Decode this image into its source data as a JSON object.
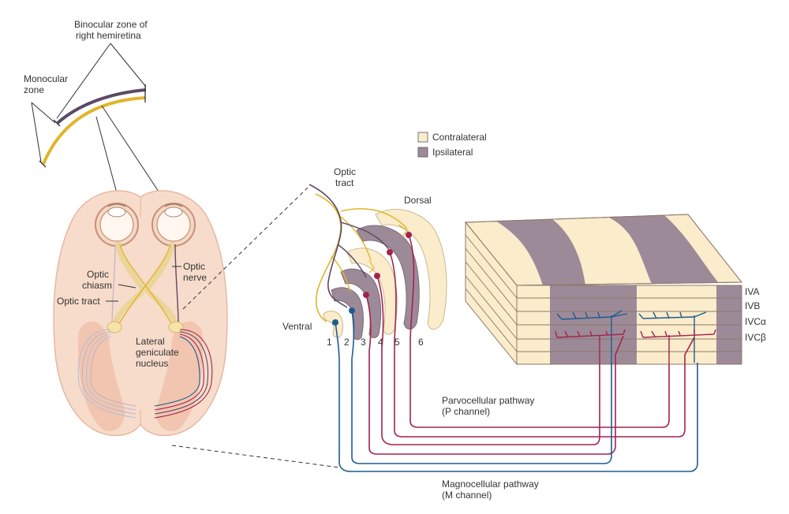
{
  "labels": {
    "binocular_line1": "Binocular zone of",
    "binocular_line2": "right hemiretina",
    "monocular_line1": "Monocular",
    "monocular_line2": "zone",
    "optic_chiasm_line1": "Optic",
    "optic_chiasm_line2": "chiasm",
    "optic_nerve_line1": "Optic",
    "optic_nerve_line2": "nerve",
    "optic_tract": "Optic tract",
    "lgn_line1": "Lateral",
    "lgn_line2": "geniculate",
    "lgn_line3": "nucleus",
    "optic_tract2_line1": "Optic",
    "optic_tract2_line2": "tract",
    "dorsal": "Dorsal",
    "ventral": "Ventral",
    "layer_numbers": [
      "1",
      "2",
      "3",
      "4",
      "5",
      "6"
    ],
    "cortex_layers": [
      "IVA",
      "IVB",
      "IVCα",
      "IVCβ"
    ],
    "parvo_line1": "Parvocellular pathway",
    "parvo_line2": "(P channel)",
    "magno_line1": "Magnocellular pathway",
    "magno_line2": "(M channel)"
  },
  "legend": [
    {
      "label": "Contralateral",
      "color": "#fbeccb"
    },
    {
      "label": "Ipsilateral",
      "color": "#9d8a98"
    }
  ],
  "colors": {
    "contralateral": "#fbeccb",
    "ipsilateral": "#9d8a98",
    "contra_fiber": "#e0b52a",
    "ipsi_fiber": "#5b4a66",
    "parvo": "#a3234e",
    "magno": "#1f5c8f",
    "brain": "#f7dccb",
    "brain_deep": "#efbfa7"
  }
}
